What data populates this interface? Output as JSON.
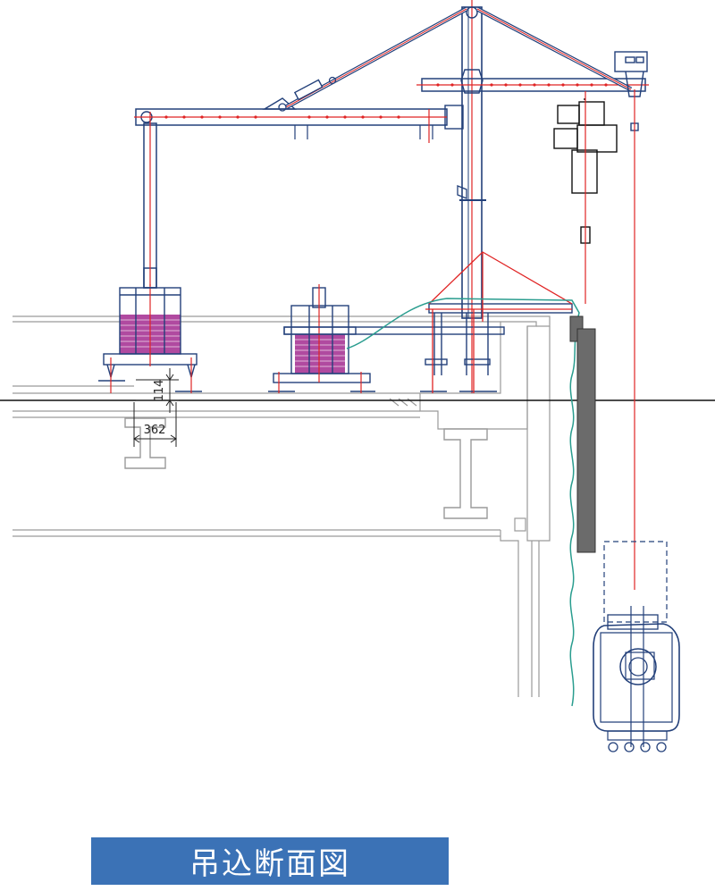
{
  "caption": "吊込断面図",
  "dimensions": {
    "height_mm": "114",
    "width_mm": "362"
  },
  "colors": {
    "structure_outline": "#23407a",
    "centerline": "#e02424",
    "counterweight": "#b04aa0",
    "tag_line": "#2a9d8f",
    "building_lines": "#8c8c8c",
    "panel": "#6b6b6b",
    "caption_bg": "#3b72b6"
  }
}
